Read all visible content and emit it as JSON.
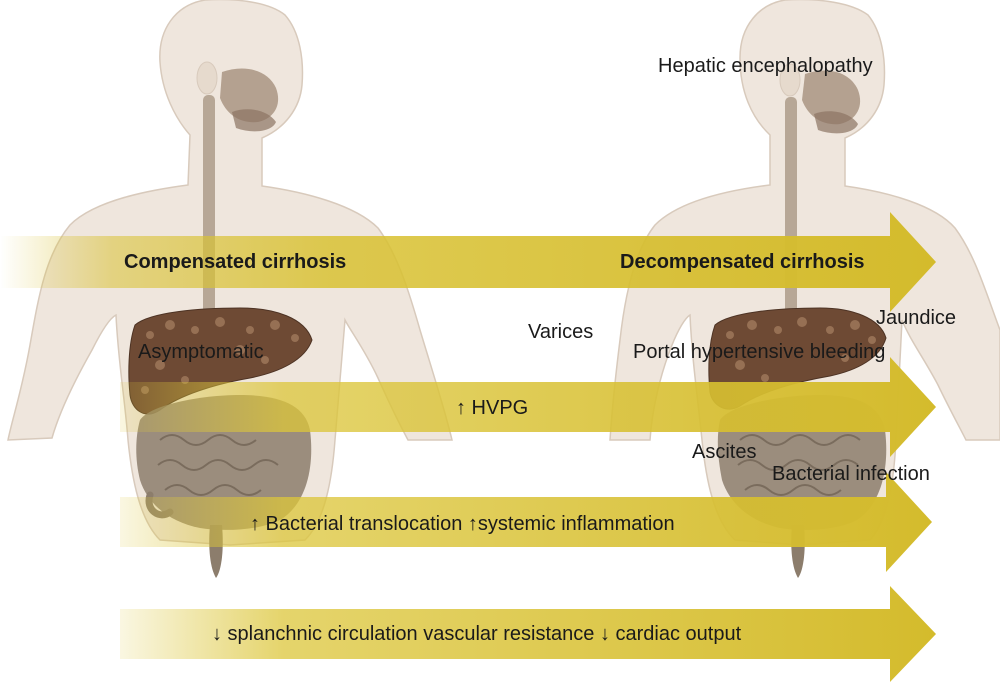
{
  "colors": {
    "skin": "#efe6dd",
    "skin_outline": "#d8cabc",
    "arrow": "#d9c234",
    "liver": "#6e4a34",
    "intestine": "#8c7d6c"
  },
  "stages": {
    "compensated": "Compensated cirrhosis",
    "decompensated": "Decompensated cirrhosis"
  },
  "labels": {
    "hepatic_encephalopathy": "Hepatic encephalopathy",
    "asymptomatic": "Asymptomatic",
    "varices": "Varices",
    "jaundice": "Jaundice",
    "portal_bleeding": "Portal hypertensive bleeding",
    "ascites": "Ascites",
    "bacterial_infection": "Bacterial infection"
  },
  "arrows": {
    "hvpg": "↑ HVPG",
    "translocation": "↑ Bacterial translocation ↑systemic inflammation",
    "splanchnic": "↓ splanchnic circulation vascular resistance ↓ cardiac output"
  }
}
